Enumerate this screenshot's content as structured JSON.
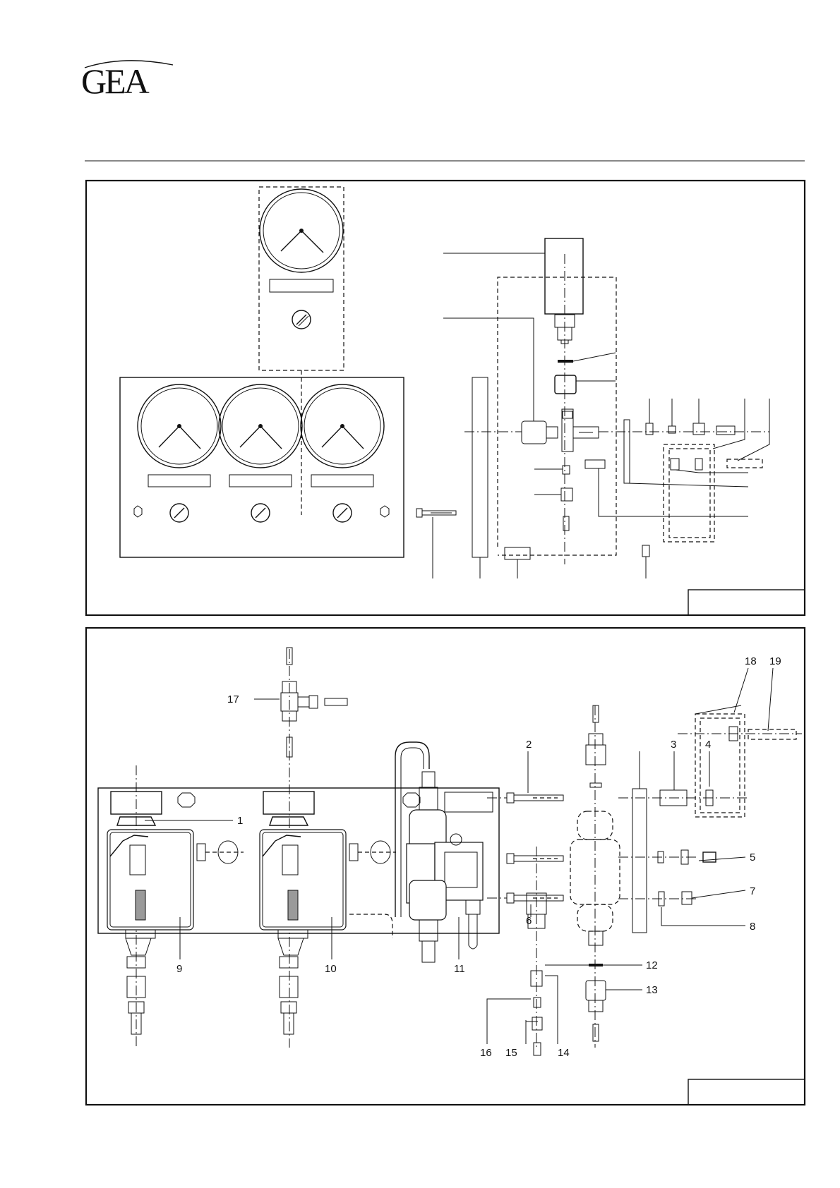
{
  "header": {
    "logo_text": "GEA"
  },
  "bottom_panel": {
    "callouts": [
      "1",
      "2",
      "3",
      "4",
      "5",
      "6",
      "7",
      "8",
      "9",
      "10",
      "11",
      "12",
      "13",
      "14",
      "15",
      "16",
      "17",
      "18",
      "19"
    ]
  },
  "colors": {
    "ink": "#111111",
    "background": "#ffffff",
    "highlight_grey": "#9a9a9a"
  }
}
